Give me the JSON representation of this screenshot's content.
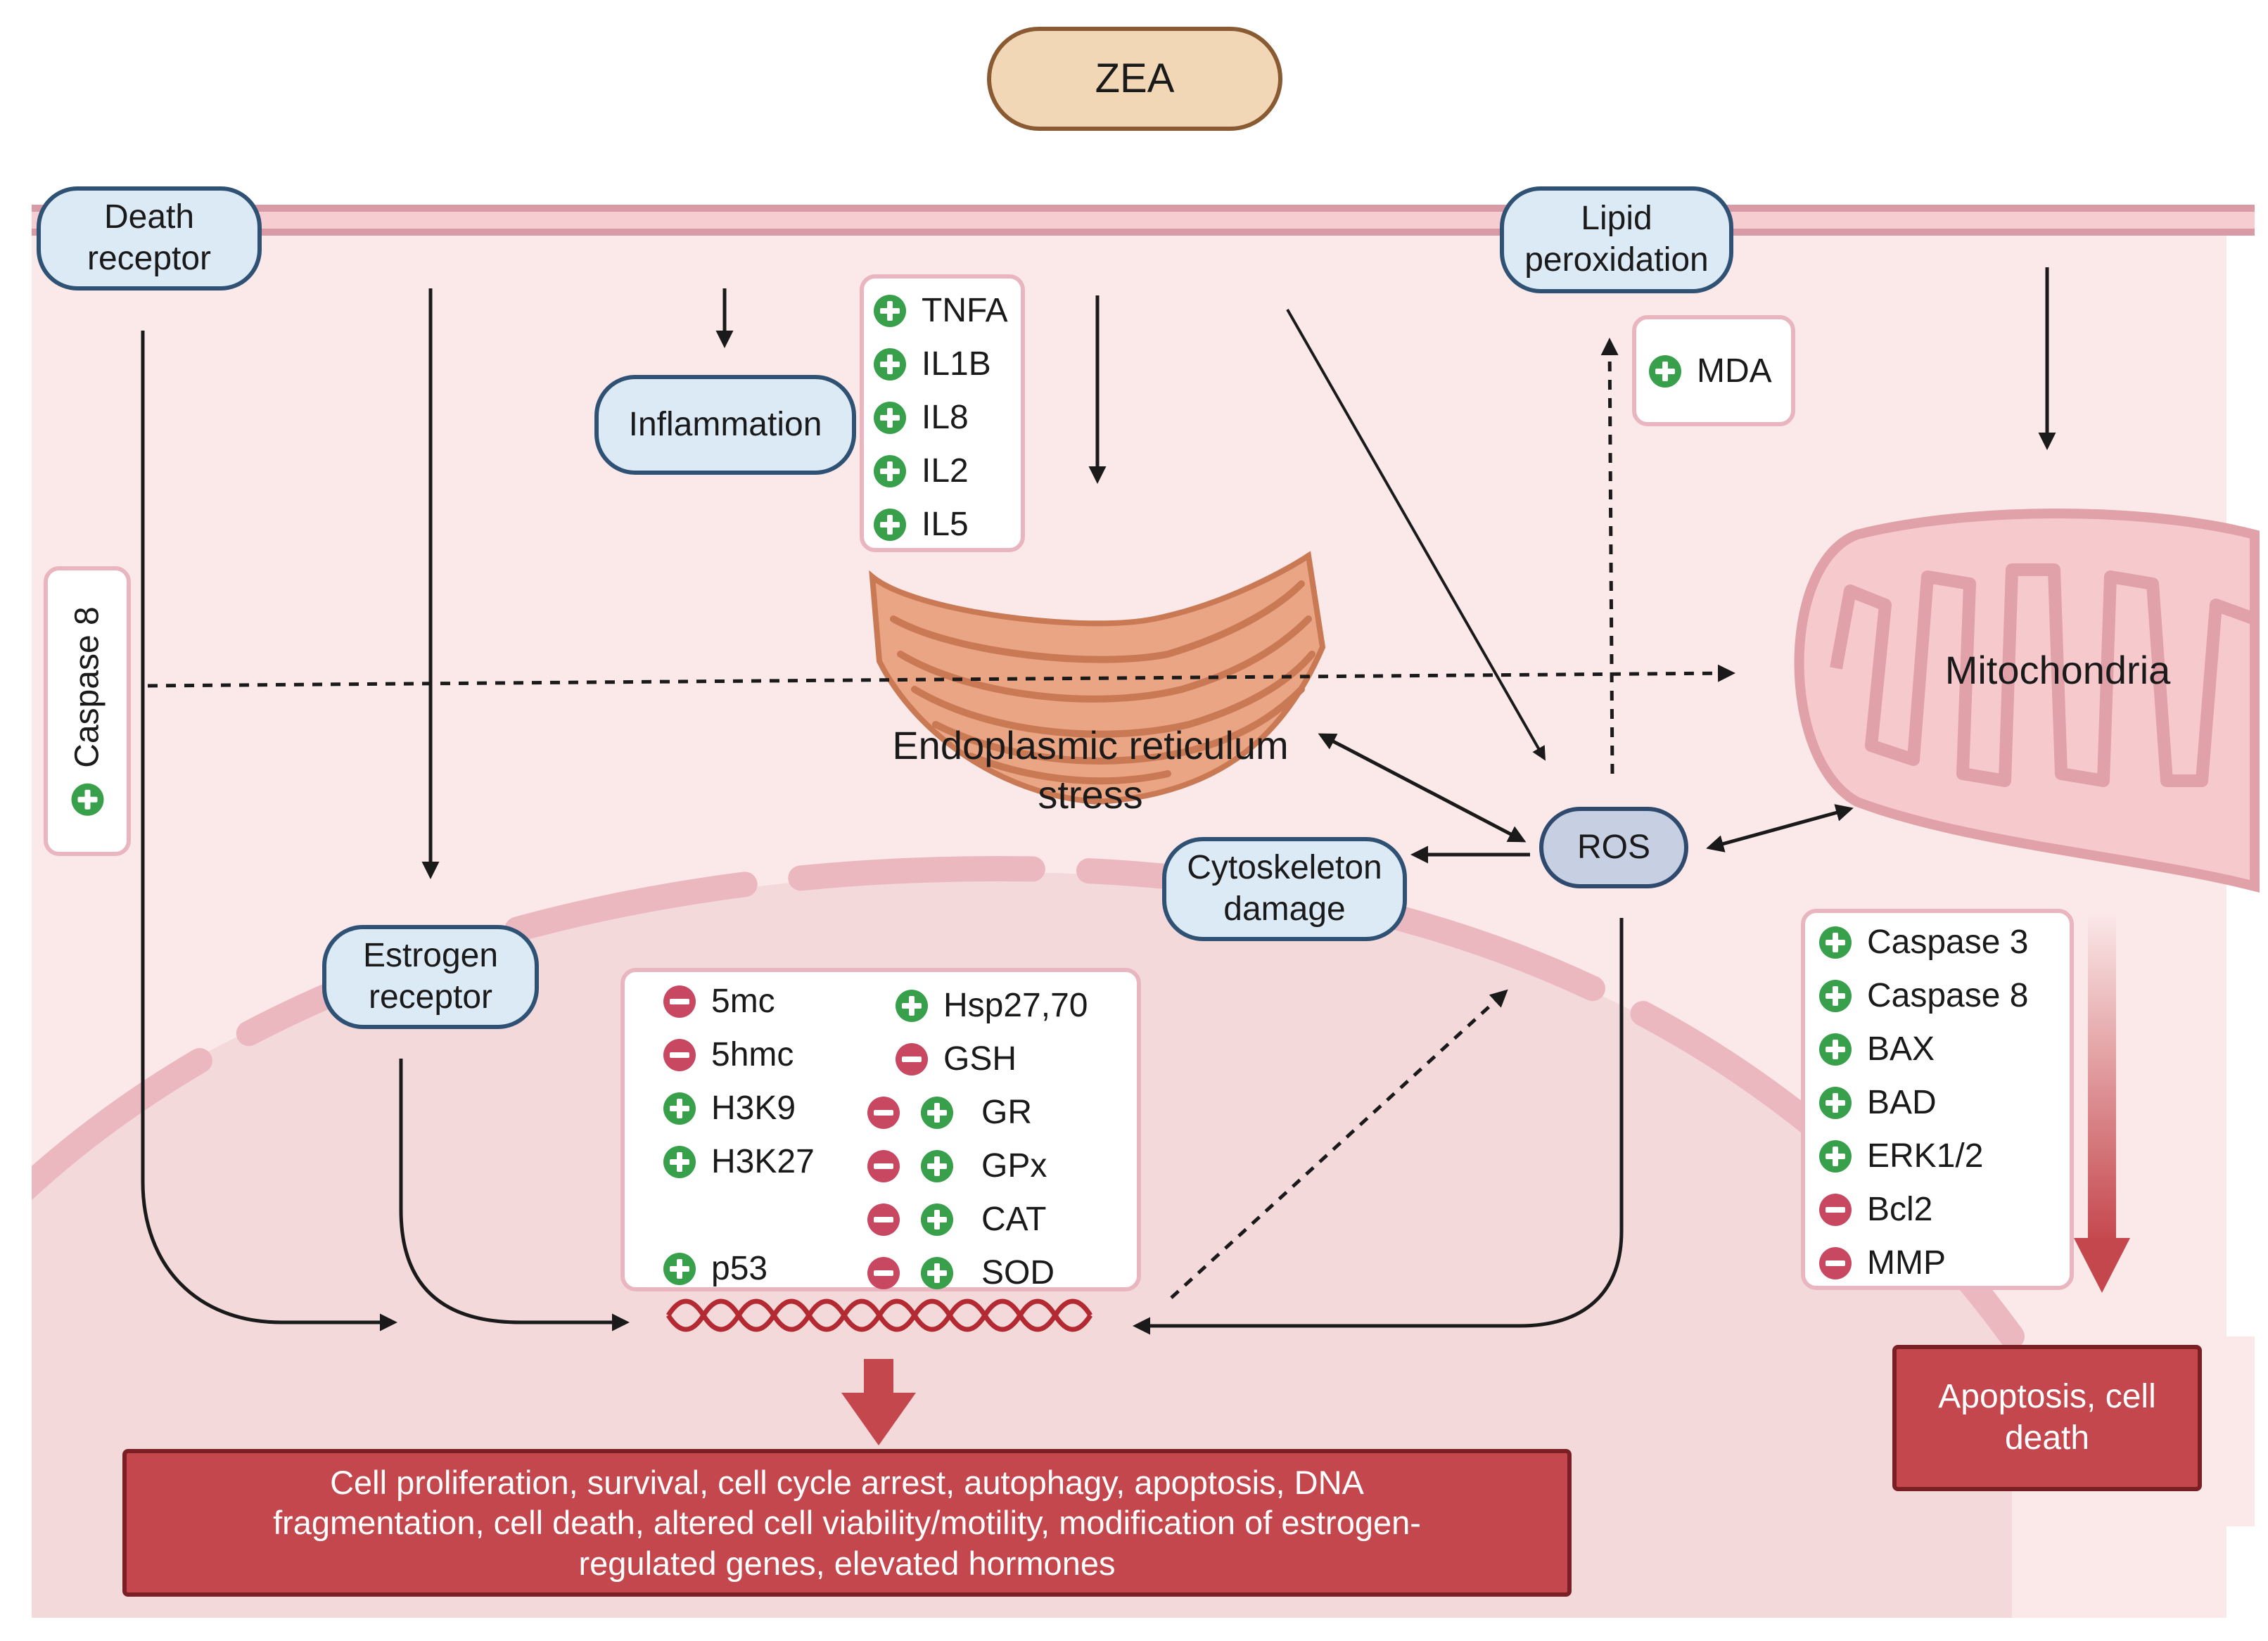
{
  "top_node": {
    "label": "ZEA"
  },
  "receptors": {
    "death": "Death receptor",
    "estrogen": "Estrogen receptor",
    "lipid": "Lipid peroxidation"
  },
  "caspase8_side": {
    "label": "Caspase 8",
    "sign": "plus"
  },
  "inflammation": {
    "label": "Inflammation",
    "markers": [
      {
        "sign": "plus",
        "label": "TNFA"
      },
      {
        "sign": "plus",
        "label": "IL1B"
      },
      {
        "sign": "plus",
        "label": "IL8"
      },
      {
        "sign": "plus",
        "label": "IL2"
      },
      {
        "sign": "plus",
        "label": "IL5"
      }
    ]
  },
  "mda": {
    "sign": "plus",
    "label": "MDA"
  },
  "er_stress": {
    "label_line1": "Endoplasmic reticulum",
    "label_line2": "stress"
  },
  "mitochondria": {
    "label": "Mitochondria"
  },
  "ros": {
    "label": "ROS"
  },
  "cytoskeleton": {
    "label": "Cytoskeleton damage"
  },
  "nucleus_markers": {
    "left": [
      {
        "sign": "minus",
        "label": "5mc"
      },
      {
        "sign": "minus",
        "label": "5hmc"
      },
      {
        "sign": "plus",
        "label": "H3K9"
      },
      {
        "sign": "plus",
        "label": "H3K27"
      },
      {
        "sign": "plus",
        "label": "p53"
      }
    ],
    "right_single": [
      {
        "sign": "plus",
        "label": "Hsp27,70"
      },
      {
        "sign": "minus",
        "label": "GSH"
      }
    ],
    "right_double": [
      {
        "label": "GR"
      },
      {
        "label": "GPx"
      },
      {
        "label": "CAT"
      },
      {
        "label": "SOD"
      }
    ]
  },
  "apoptosis_markers": [
    {
      "sign": "plus",
      "label": "Caspase 3"
    },
    {
      "sign": "plus",
      "label": "Caspase 8"
    },
    {
      "sign": "plus",
      "label": "BAX"
    },
    {
      "sign": "plus",
      "label": "BAD"
    },
    {
      "sign": "plus",
      "label": "ERK1/2"
    },
    {
      "sign": "minus",
      "label": "Bcl2"
    },
    {
      "sign": "minus",
      "label": "MMP"
    }
  ],
  "outcomes": {
    "apoptosis": "Apoptosis, cell death",
    "cell_effects": "Cell proliferation, survival, cell cycle arrest, autophagy, apoptosis, DNA fragmentation, cell death, altered cell viability/motility, modification of estrogen-regulated genes, elevated hormones"
  },
  "colors": {
    "cell_bg": "#fbe9e9",
    "nucleus_bg": "#f4d9da",
    "membrane": "#e3a2ad",
    "plus": "#38a04b",
    "minus": "#c94861",
    "outcome_red": "#c4474d",
    "pill_blue": "#dceaf6",
    "zea_tan": "#f2d7b6"
  }
}
